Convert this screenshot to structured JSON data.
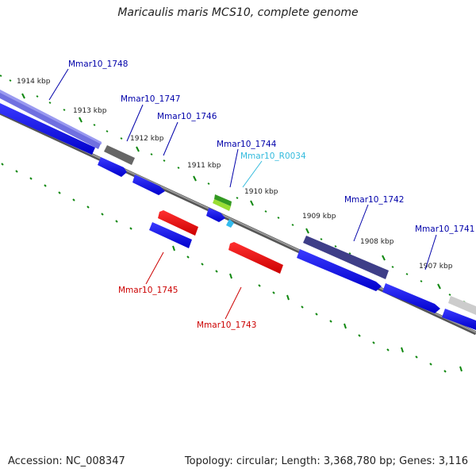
{
  "title": "Maricaulis maris MCS10, complete genome",
  "footer": {
    "accession": "Accession: NC_008347",
    "summary": "Topology: circular; Length: 3,368,780 bp; Genes: 3,116"
  },
  "colors": {
    "gene_blue": "#0000ee",
    "gene_red": "#ee0000",
    "label_blue": "#0000aa",
    "label_red": "#cc0000",
    "label_cyan": "#33bbdd",
    "tick_green": "#118811",
    "backbone": "#777777"
  },
  "scale": {
    "ticks": [
      "1914 kbp",
      "1913 kbp",
      "1912 kbp",
      "1911 kbp",
      "1910 kbp",
      "1909 kbp",
      "1908 kbp",
      "1907 kbp"
    ]
  },
  "genes": [
    {
      "id": "Mmar10_1748",
      "color": "blue"
    },
    {
      "id": "Mmar10_1747",
      "color": "blue"
    },
    {
      "id": "Mmar10_1746",
      "color": "blue"
    },
    {
      "id": "Mmar10_1744",
      "color": "blue"
    },
    {
      "id": "Mmar10_R0034",
      "color": "cyan"
    },
    {
      "id": "Mmar10_1742",
      "color": "blue"
    },
    {
      "id": "Mmar10_1741",
      "color": "blue"
    },
    {
      "id": "Mmar10_1745",
      "color": "red"
    },
    {
      "id": "Mmar10_1743",
      "color": "red"
    }
  ]
}
